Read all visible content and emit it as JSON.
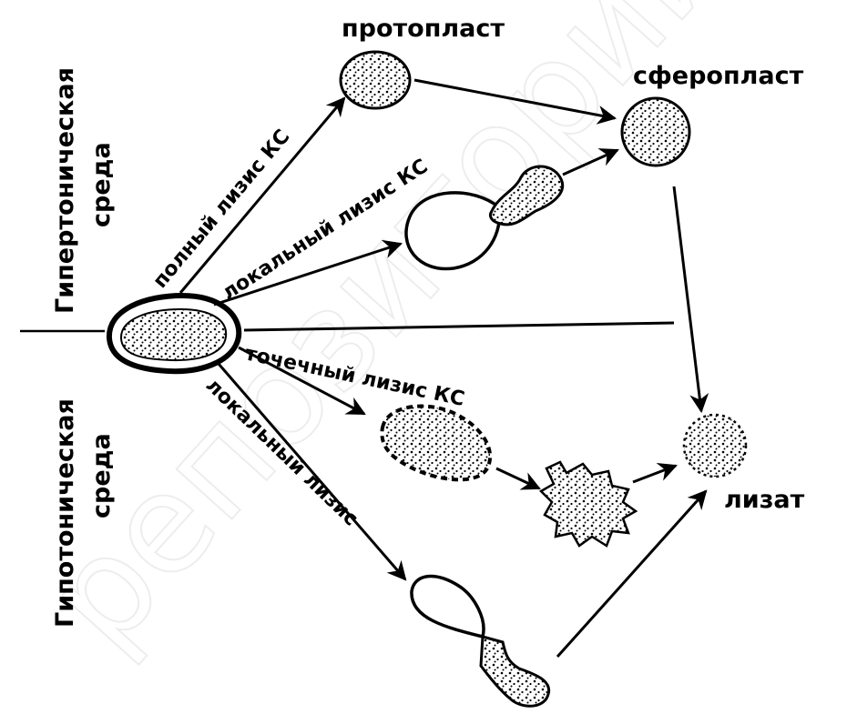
{
  "labels": {
    "protoplast": "протопласт",
    "spheroplast": "сферопласт",
    "lysate": "лизат",
    "full_lysis": "полный лизис КС",
    "local_lysis_cw": "локальный лизис КС",
    "point_lysis": "точечный лизис КС",
    "local_lysis": "локальный лизис"
  },
  "side": {
    "hypertonic": "Гипертоническая среда",
    "hypertonic_1": "Гипертоническая",
    "hypertonic_2": "среда",
    "hypotonic": "Гипотоническая среда",
    "hypotonic_1": "Гипотоническая",
    "hypotonic_2": "среда"
  },
  "watermark": "репозиторий",
  "colors": {
    "ink": "#000000",
    "paper": "#ffffff",
    "watermark": "#dcdcdc"
  }
}
